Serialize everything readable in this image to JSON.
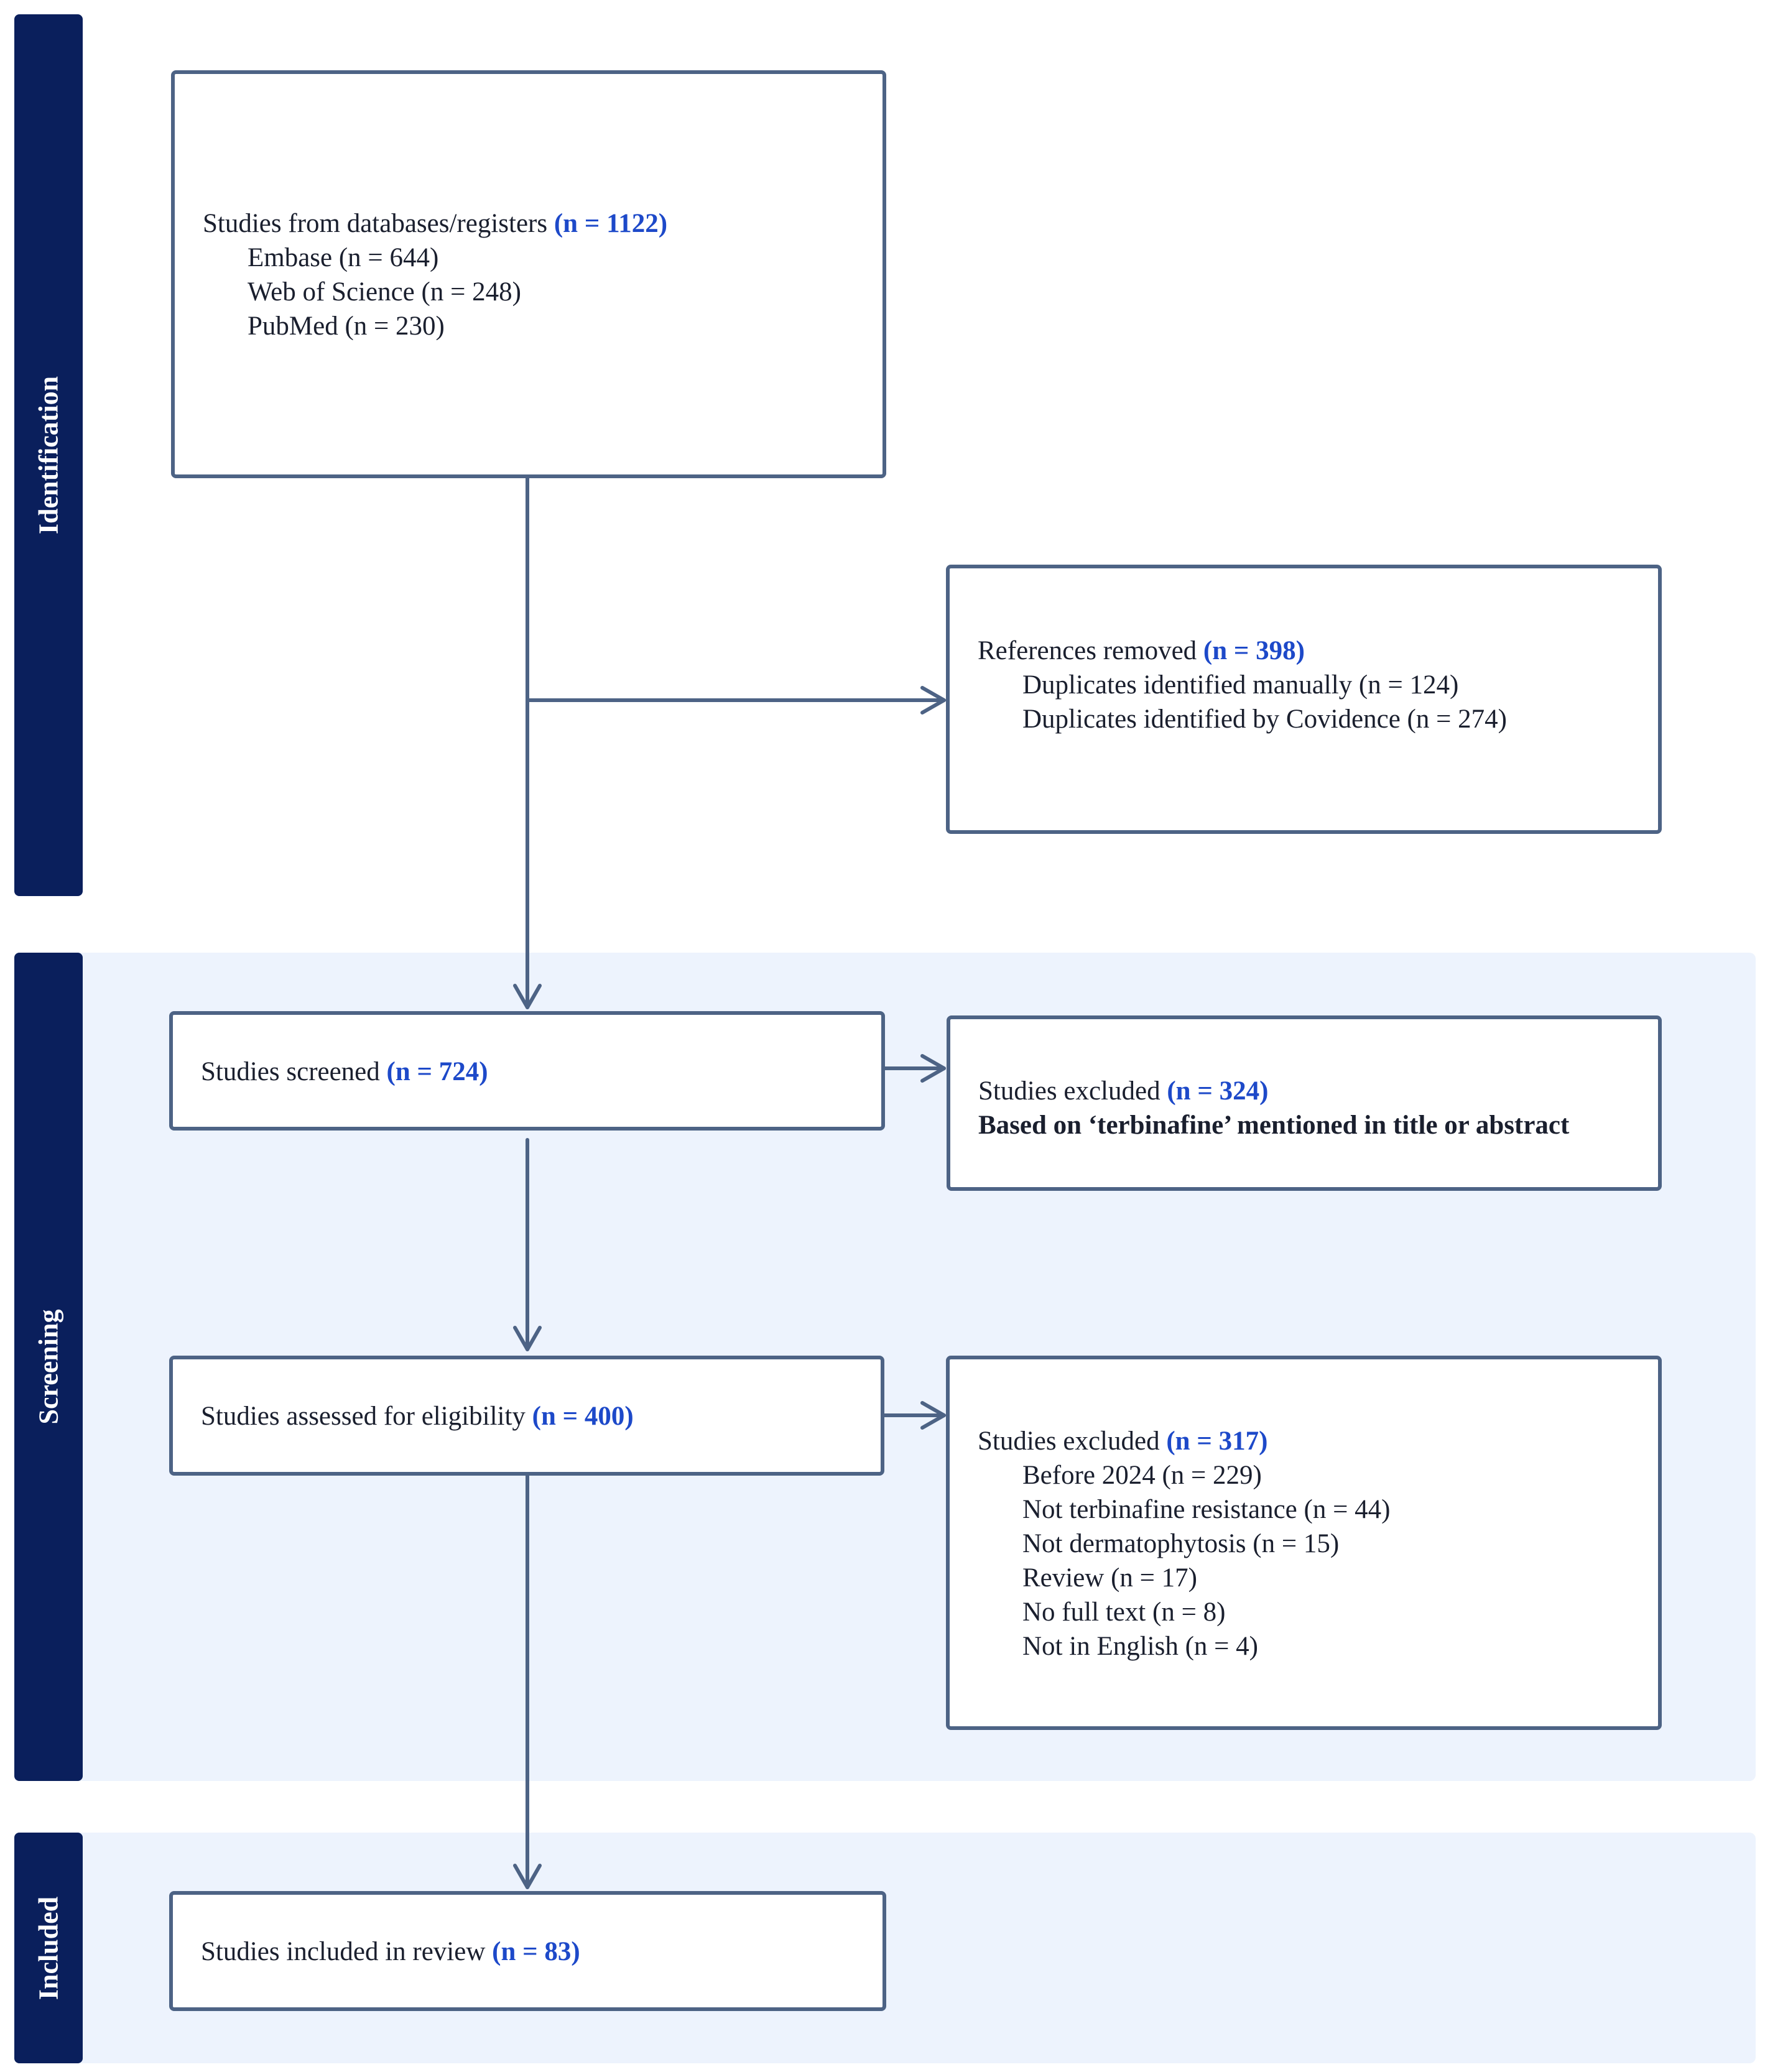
{
  "stages": {
    "identification": "Identification",
    "screening": "Screening",
    "included": "Included"
  },
  "identified": {
    "label": "Studies from databases/registers",
    "count": "(n = 1122)",
    "sources": [
      "Embase (n = 644)",
      "Web of Science (n = 248)",
      "PubMed (n = 230)"
    ]
  },
  "removed": {
    "label": "References removed",
    "count": "(n = 398)",
    "items": [
      "Duplicates identified manually (n = 124)",
      "Duplicates identified by Covidence (n = 274)"
    ]
  },
  "screened": {
    "label": "Studies screened",
    "count": "(n = 724)"
  },
  "excluded_screening": {
    "label": "Studies excluded",
    "count": "(n = 324)",
    "reason": "Based on ‘terbinafine’ mentioned in title or abstract"
  },
  "eligibility": {
    "label": "Studies assessed for eligibility",
    "count": "(n = 400)"
  },
  "excluded_eligibility": {
    "label": "Studies excluded",
    "count": "(n = 317)",
    "items": [
      "Before 2024 (n = 229)",
      "Not terbinafine resistance (n = 44)",
      "Not dermatophytosis (n = 15)",
      "Review (n = 17)",
      "No full text (n = 8)",
      "Not in English (n = 4)"
    ]
  },
  "included": {
    "label": "Studies included in review",
    "count": "(n = 83)"
  },
  "colors": {
    "stage_bar": "#0a1f5c",
    "band": "#edf3fd",
    "box_border": "#4d6385",
    "count_text": "#1d49c9"
  }
}
